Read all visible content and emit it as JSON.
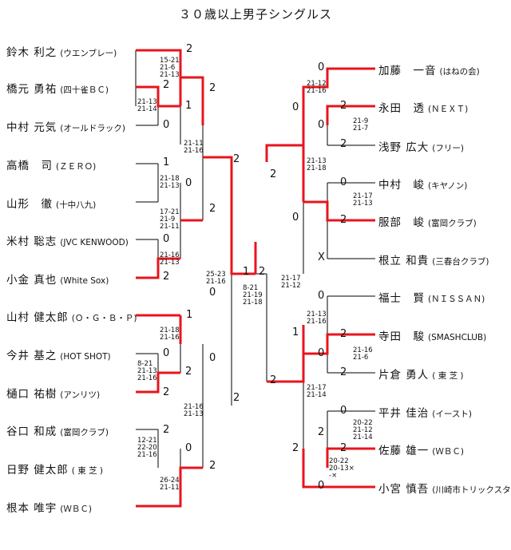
{
  "title": "３０歳以上男子シングルス",
  "colors": {
    "winner_line": "#e8141c",
    "line": "#000000"
  },
  "left_players": [
    {
      "name": "鈴木 利之",
      "club": "(ウエンブレー)"
    },
    {
      "name": "橋元 勇祐",
      "club": "(四十雀ＢＣ)"
    },
    {
      "name": "中村 元気",
      "club": "(オールドラック)"
    },
    {
      "name": "高橋　司",
      "club": "(ＺＥＲＯ)"
    },
    {
      "name": "山形　徹",
      "club": "(十中八九)"
    },
    {
      "name": "米村 聡志",
      "club": "(JVC KENWOOD)"
    },
    {
      "name": "小金 真也",
      "club": "(White Sox)"
    },
    {
      "name": "山村 健太郎",
      "club": "(Ｏ・Ｇ・Ｂ・Ｐ)"
    },
    {
      "name": "今井 基之",
      "club": "(HOT SHOT)"
    },
    {
      "name": "樋口 祐樹",
      "club": "(アンリツ)"
    },
    {
      "name": "谷口 和成",
      "club": "(富岡クラブ)"
    },
    {
      "name": "日野 健太郎",
      "club": "( 東 芝 )"
    },
    {
      "name": "根本 唯宇",
      "club": "(ＷＢＣ)"
    }
  ],
  "right_players": [
    {
      "name": "加藤　一音",
      "club": "(はねの会)"
    },
    {
      "name": "永田　透",
      "club": "(ＮＥＸＴ)"
    },
    {
      "name": "浅野 広大",
      "club": "(フリー)"
    },
    {
      "name": "中村　峻",
      "club": "(キヤノン)"
    },
    {
      "name": "服部　峻",
      "club": "(富岡クラブ)"
    },
    {
      "name": "根立 和貴",
      "club": "(三春台クラブ)"
    },
    {
      "name": "福士　賢",
      "club": "(ＮＩＳＳＡＮ)"
    },
    {
      "name": "寺田　駿",
      "club": "(SMASHCLUB)"
    },
    {
      "name": "片倉 勇人",
      "club": "( 東 芝 )"
    },
    {
      "name": "平井 佳治",
      "club": "(イースト)"
    },
    {
      "name": "佐藤 雄一",
      "club": "(ＷＢＣ)"
    },
    {
      "name": "小宮 慎吾",
      "club": "(川崎市トリックスターズ)"
    }
  ],
  "scores": [
    "2",
    "2",
    "1",
    "0",
    "2",
    "1",
    "0",
    "0",
    "2",
    "2",
    "2",
    "0",
    "1",
    "0",
    "2",
    "2",
    "0",
    "0",
    "2",
    "2",
    "2",
    "1",
    "2",
    "0",
    "2",
    "0",
    "2",
    "0",
    "0",
    "2",
    "X",
    "0",
    "2",
    "0",
    "2",
    "0",
    "2",
    "1",
    "0",
    "2",
    "2",
    "0",
    "2",
    "2"
  ],
  "games": {
    "l1": "15-21\n21-6\n21-13",
    "l2": "21-13\n21-14",
    "l3": "21-18\n21-13",
    "l4": "21-11\n21-16",
    "l5": "17-21\n21-9\n21-11",
    "l6": "21-16\n21-13",
    "l7": "25-23\n21-16",
    "l8": "21-18\n21-16",
    "l9": "8-21\n21-13\n21-16",
    "l10": "12-21\n22-20\n21-16",
    "l11": "26-24\n21-11",
    "l12": "21-16\n21-13",
    "final": "8-21\n21-19\n21-18",
    "r1": "21-12\n21-16",
    "r2": "21-9\n21-7",
    "r3": "21-13\n21-18",
    "r4": "21-17\n21-13",
    "r5": "21-17\n21-12",
    "r6": "21-13\n21-16",
    "r7": "21-16\n21-6",
    "r8": "21-17\n21-14",
    "r9": "20-22\n21-12\n21-14",
    "r10": "20-22\n20-13×\n-×"
  }
}
